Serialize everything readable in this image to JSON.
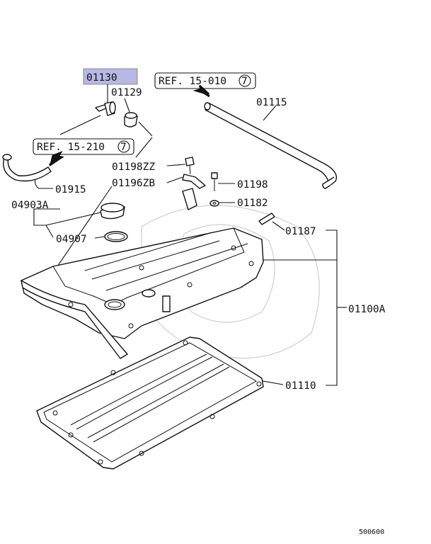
{
  "highlight_color": "#b8b8e6",
  "watermark_color": "#cfcfcf",
  "parts": {
    "p01130": "01130",
    "p01129": "01129",
    "p01115": "01115",
    "p01915": "01915",
    "p01198ZZ": "01198ZZ",
    "p01196ZB": "01196ZB",
    "p01198": "01198",
    "p04903A": "04903A",
    "p01182": "01182",
    "p04907": "04907",
    "p01187": "01187",
    "p01100A": "01100A",
    "p01110": "01110"
  },
  "refs": {
    "ref1": {
      "text": "REF. 15-010",
      "num": "7"
    },
    "ref2": {
      "text": "REF. 15-210",
      "num": "7"
    }
  },
  "diagram_id": "500600"
}
